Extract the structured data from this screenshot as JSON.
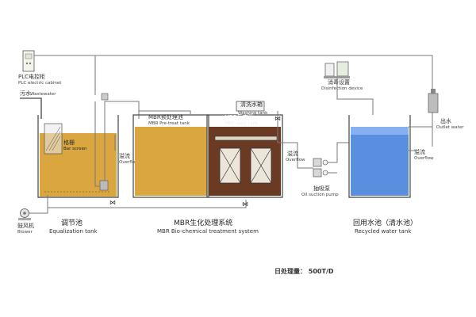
{
  "plc": {
    "cn": "PLC电控柜",
    "en": "PLC electric cabinet"
  },
  "wastewater": {
    "cn": "污水",
    "en": "Wastewater"
  },
  "bar_screen": {
    "cn": "格栅",
    "en": "Bar screen"
  },
  "overflow_left": {
    "cn": "溢流",
    "en": "Overflow"
  },
  "equalization_tank": {
    "cn": "调节池",
    "en": "Equalization tank"
  },
  "blower": {
    "cn": "鼓风机",
    "en": "Blower"
  },
  "mbr_pretreat": {
    "cn": "MBR预处理池",
    "en": "MBR Pre-treat tank"
  },
  "washing_tank": {
    "cn": "清洗水箱",
    "en": "Washing tank"
  },
  "mbr_react": {
    "cn": "MBR反应池",
    "en": "MBR react tank"
  },
  "mbr_system": {
    "cn": "MBR生化处理系统",
    "en": "MBR Bio-chemical treatment system"
  },
  "overflow_mid": {
    "cn": "溢流",
    "en": "Overflow"
  },
  "suction_pump": {
    "cn": "抽吸泵",
    "en": "Oil suction pump"
  },
  "disinfection": {
    "cn": "消毒设置",
    "en": "Disinfection device"
  },
  "recycled_tank": {
    "cn": "回用水池（清水池）",
    "en": "Recycled water tank"
  },
  "outlet": {
    "cn": "出水",
    "en": "Outlet water"
  },
  "overflow_right": {
    "cn": "溢流",
    "en": "Overflow"
  },
  "footer_text": "日处理量： 500T/D",
  "colors": {
    "sludge": "#d9a640",
    "sludge_dark": "#c99235",
    "react_brown": "#6b3a22",
    "clean_water": "#5a8fe0",
    "clean_water_light": "#86b0ef"
  }
}
